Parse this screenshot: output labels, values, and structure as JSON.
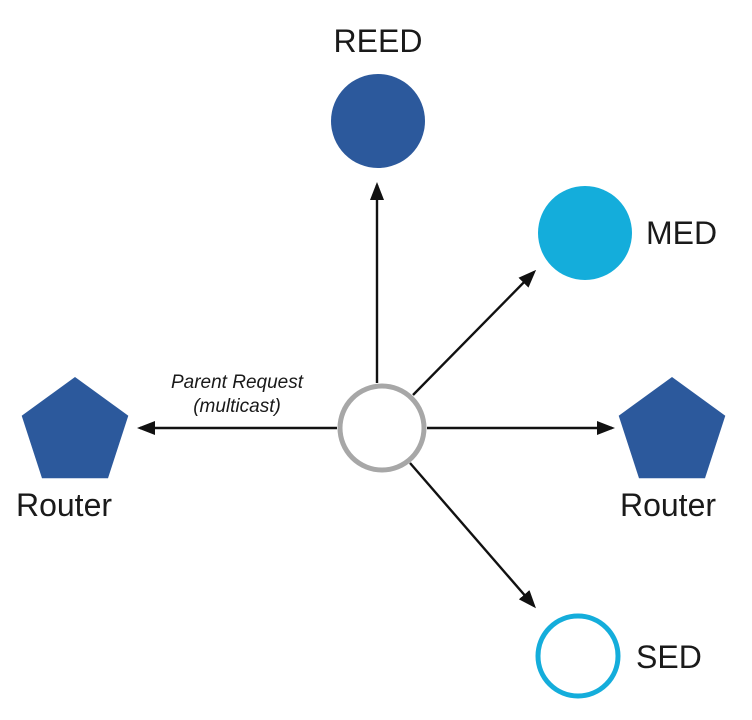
{
  "diagram": {
    "nodes": {
      "reed": {
        "label": "REED",
        "shape": "filled-circle"
      },
      "med": {
        "label": "MED",
        "shape": "filled-circle"
      },
      "router_left": {
        "label": "Router",
        "shape": "pentagon"
      },
      "router_right": {
        "label": "Router",
        "shape": "pentagon"
      },
      "sed": {
        "label": "SED",
        "shape": "outlined-circle"
      },
      "center": {
        "shape": "outlined-circle"
      }
    },
    "annotation": {
      "line1": "Parent Request",
      "line2": "(multicast)"
    },
    "colors": {
      "dark_blue": "#2C599C",
      "cyan": "#14ADDB",
      "gray_outline": "#A7A7A7",
      "arrow": "#111111",
      "text": "#1A1A1A"
    }
  }
}
